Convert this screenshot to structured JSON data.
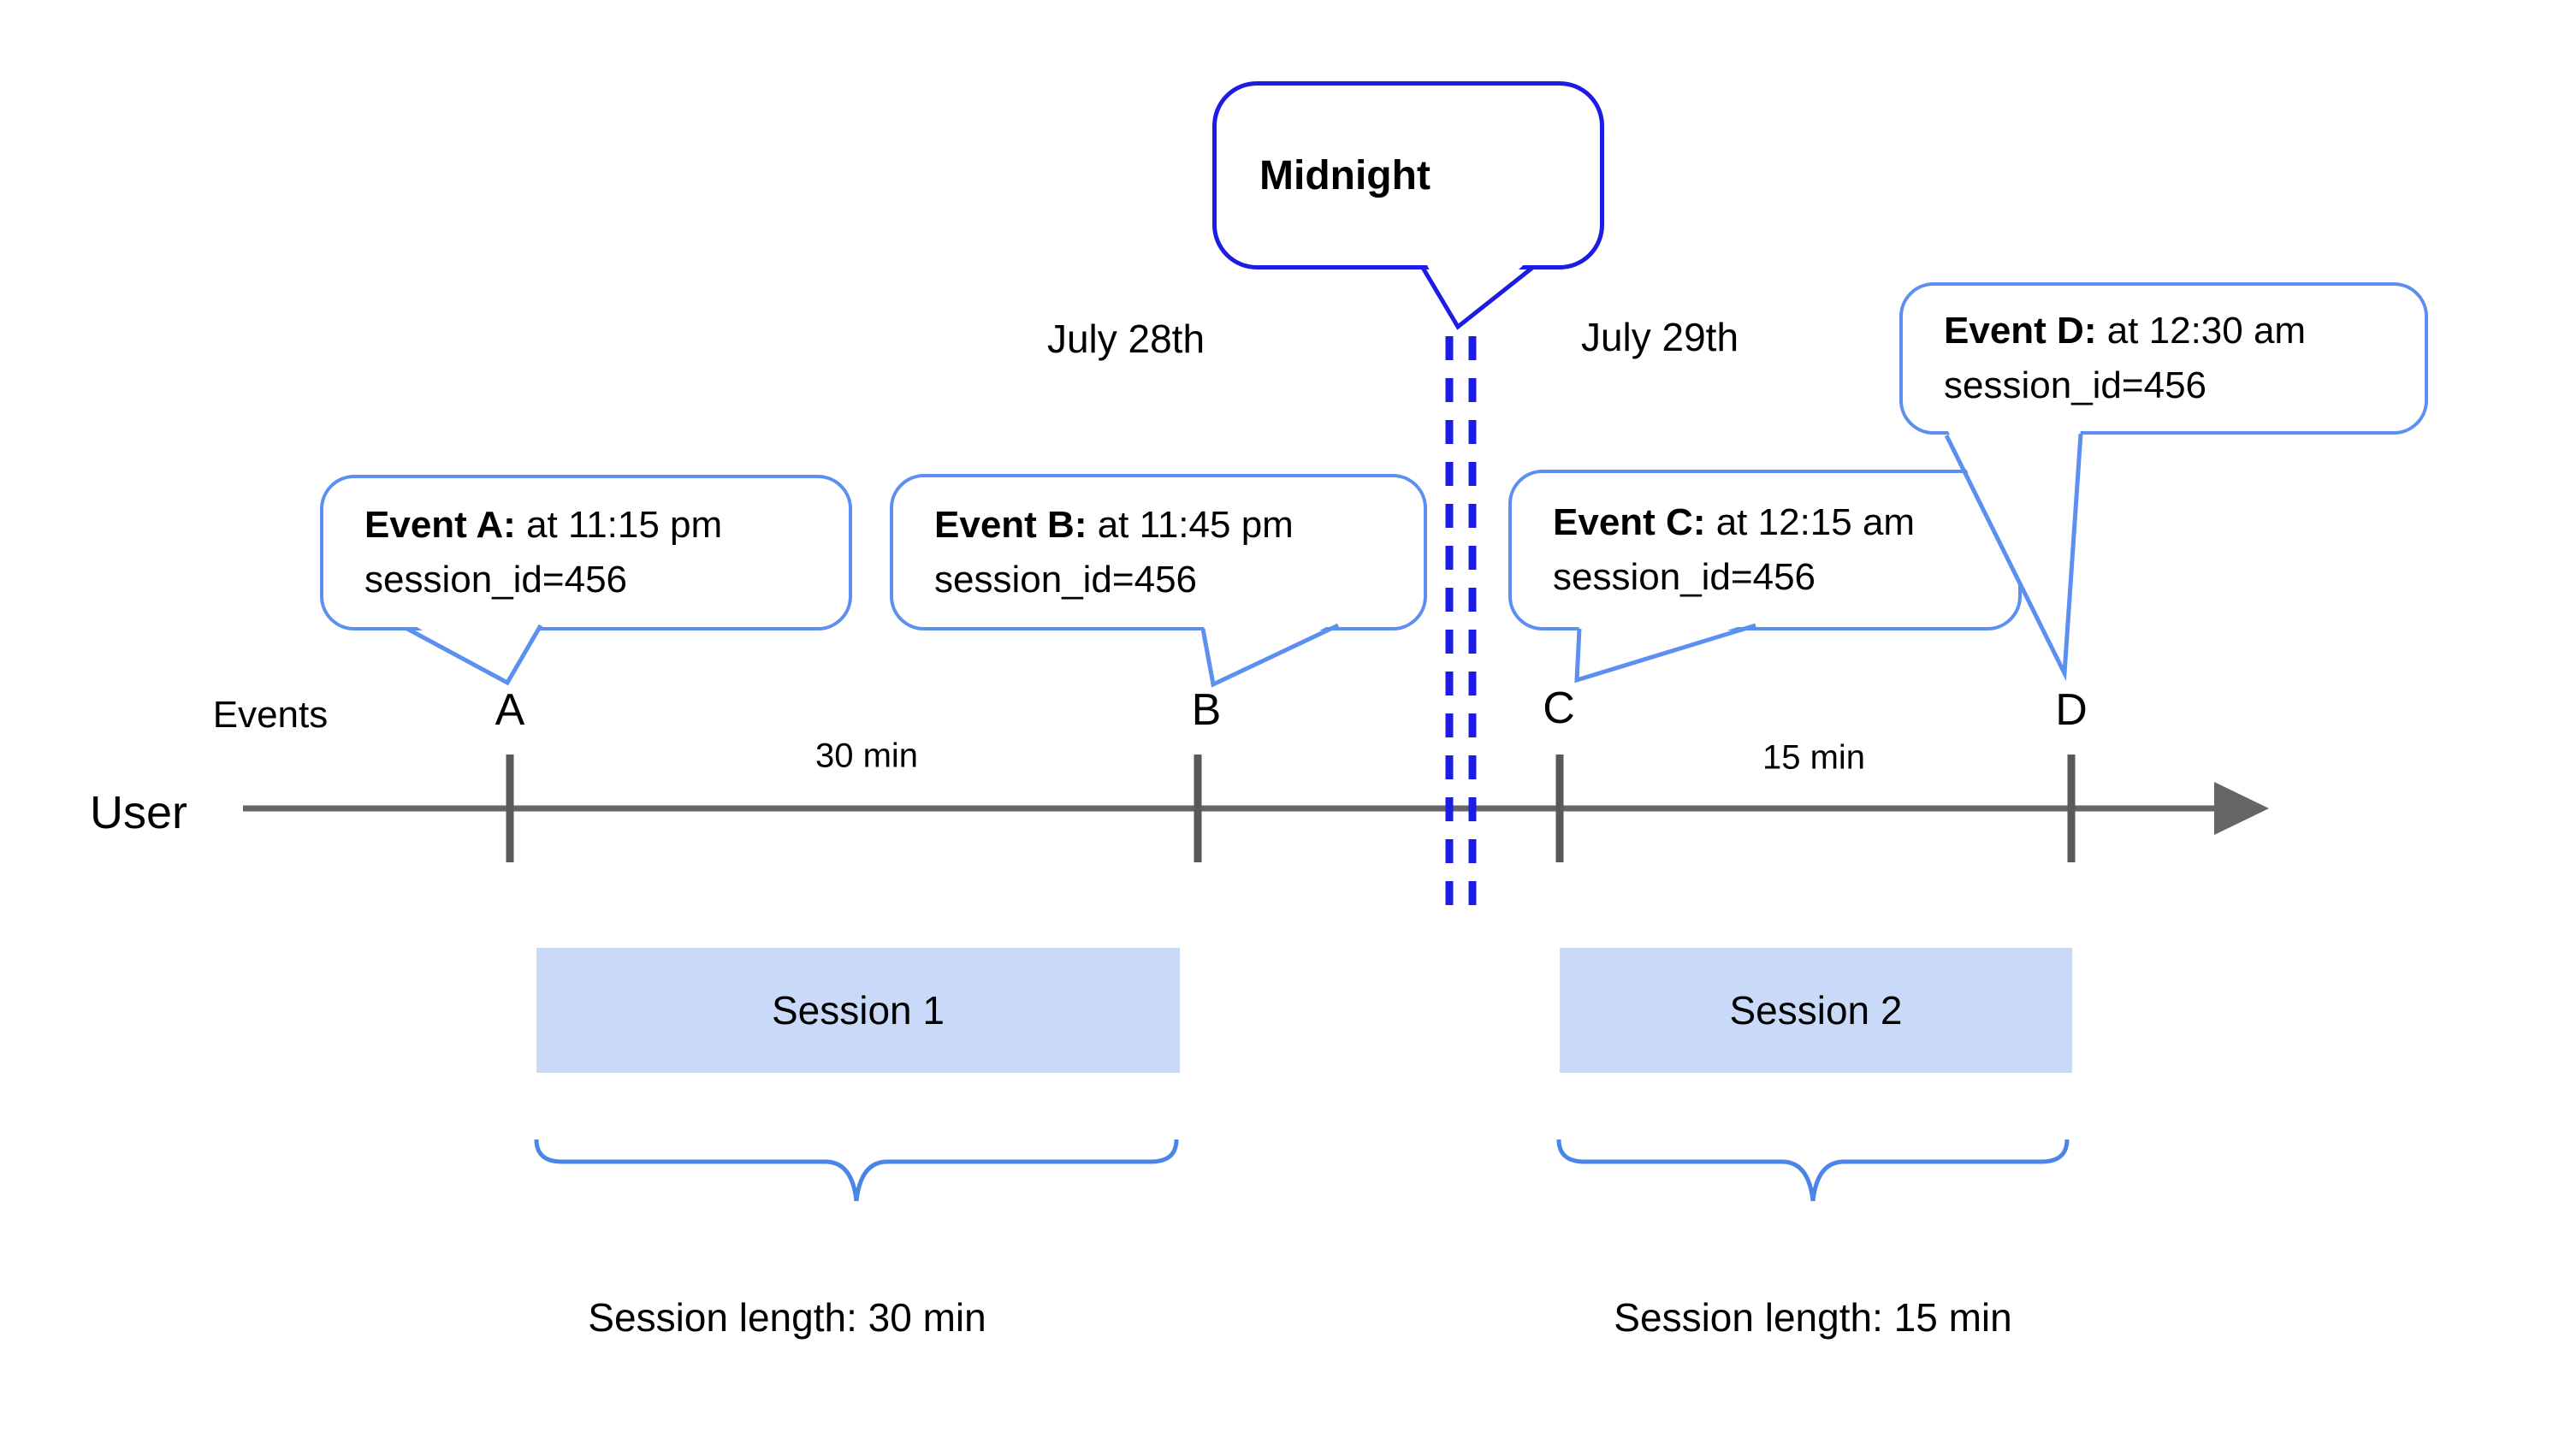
{
  "midnight": {
    "label": "Midnight"
  },
  "dates": {
    "before": "July 28th",
    "after": "July 29th"
  },
  "callouts": [
    {
      "id": "A",
      "title": "Event A:",
      "time": " at 11:15 pm",
      "session": "session_id=456"
    },
    {
      "id": "B",
      "title": "Event B:",
      "time": " at 11:45 pm",
      "session": "session_id=456"
    },
    {
      "id": "C",
      "title": "Event C:",
      "time": " at 12:15 am",
      "session": "session_id=456"
    },
    {
      "id": "D",
      "title": "Event D:",
      "time": " at 12:30 am",
      "session": "session_id=456"
    }
  ],
  "timeline": {
    "events_label": "Events",
    "user_label": "User",
    "tick_labels": [
      "A",
      "B",
      "C",
      "D"
    ],
    "interval_labels": [
      "30 min",
      "15 min"
    ]
  },
  "sessions": [
    {
      "label": "Session 1",
      "length_label": "Session length: 30 min"
    },
    {
      "label": "Session 2",
      "length_label": "Session length: 15 min"
    }
  ],
  "colors": {
    "midnight_blue": "#1c1ce4",
    "callout_blue": "#5b8ff0",
    "brace_blue": "#4a86e8",
    "session_fill": "#c9daf8",
    "axis_gray": "#666666",
    "tick_gray": "#595959"
  }
}
